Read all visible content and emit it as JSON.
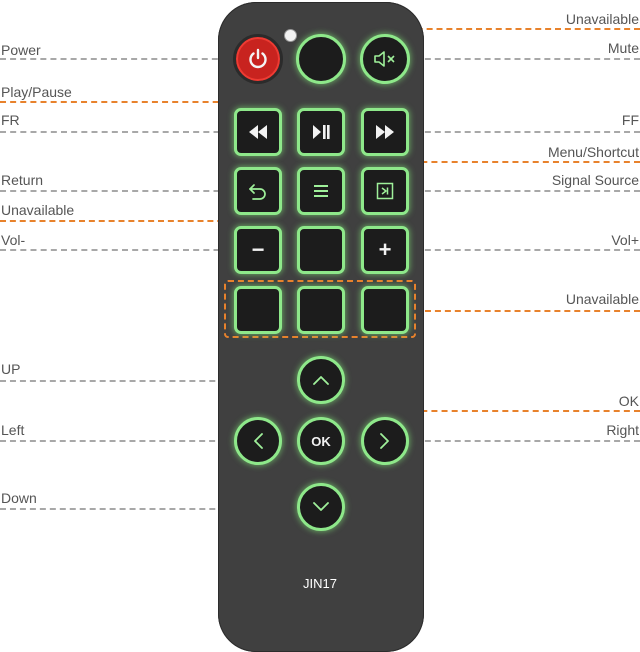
{
  "callouts": {
    "power": "Power",
    "unavailable_top": "Unavailable",
    "mute": "Mute",
    "play_pause": "Play/Pause",
    "fr": "FR",
    "ff": "FF",
    "menu_shortcut": "Menu/Shortcut",
    "return": "Return",
    "signal_source": "Signal Source",
    "unavailable_mid": "Unavailable",
    "vol_minus": "Vol-",
    "vol_plus": "Vol+",
    "unavailable_row": "Unavailable",
    "up": "UP",
    "ok": "OK",
    "left": "Left",
    "right": "Right",
    "down": "Down"
  },
  "remote": {
    "ok_label": "OK",
    "minus_glyph": "−",
    "plus_glyph": "+",
    "model": "JIN17"
  },
  "colors": {
    "body": "#404040",
    "button_glow": "#8ee88a",
    "power": "#c8231f",
    "callout_orange": "#e8822c",
    "callout_gray": "#a8a8a8"
  }
}
